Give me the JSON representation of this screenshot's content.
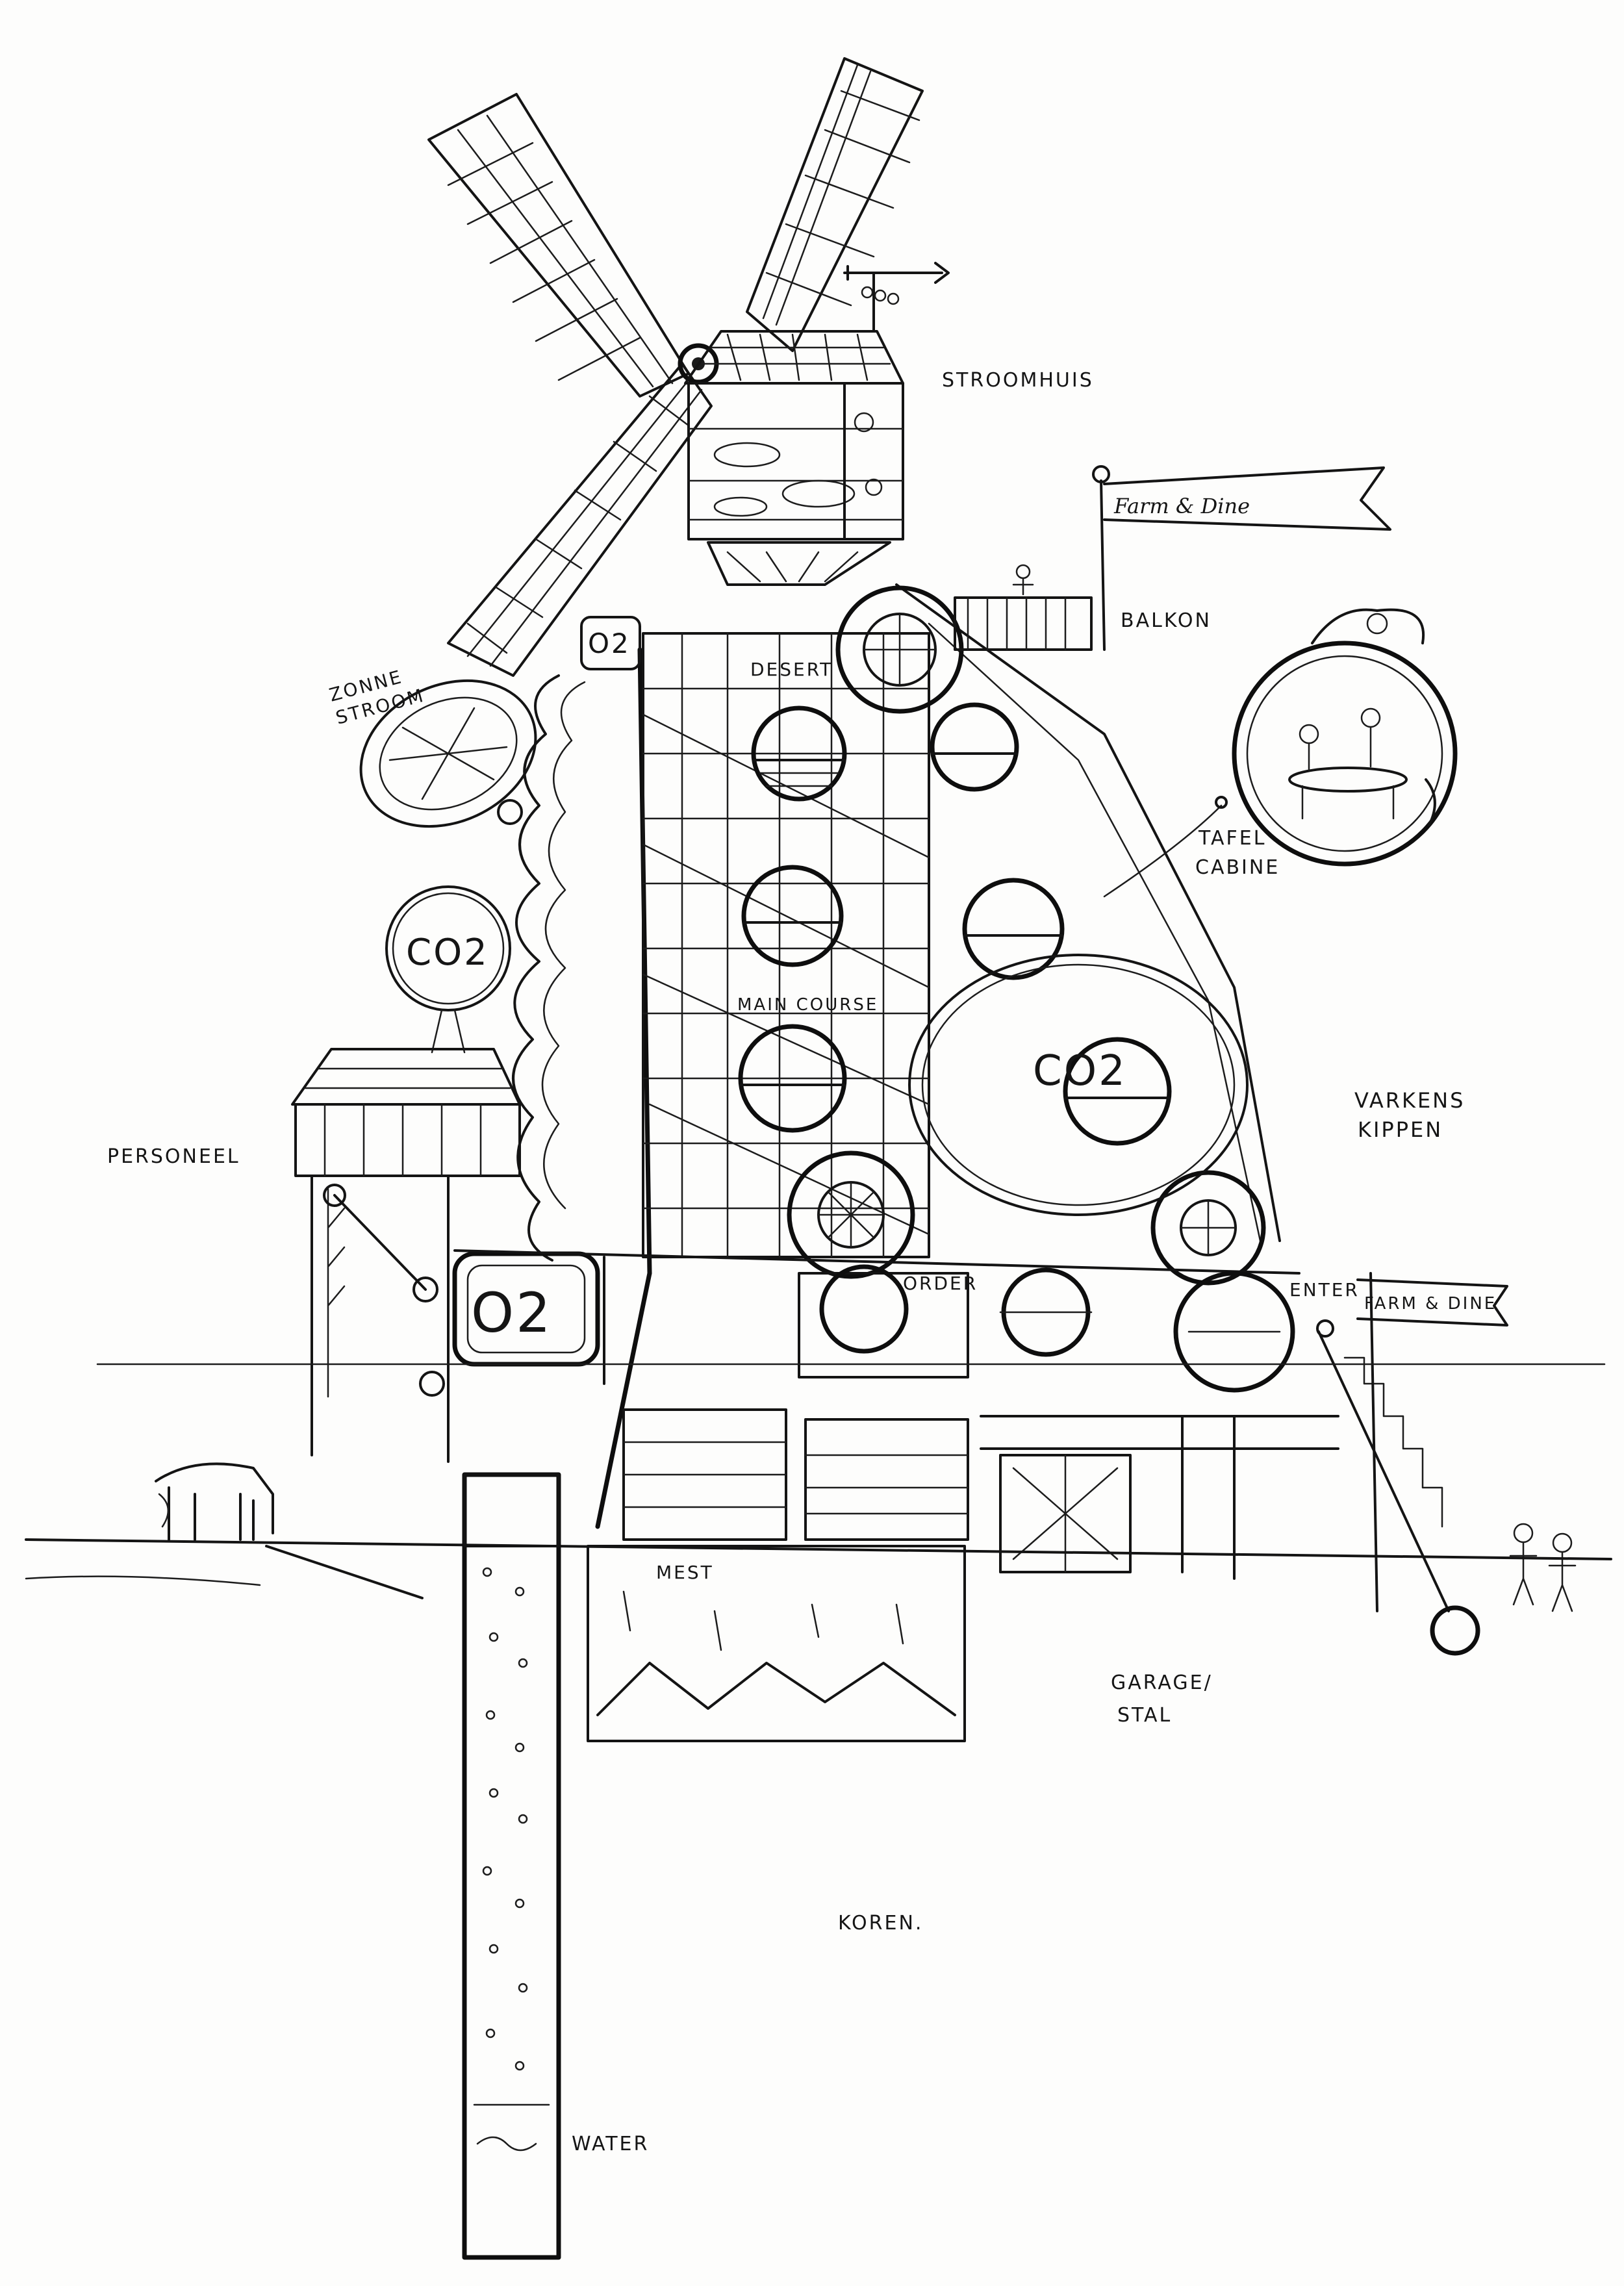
{
  "labels": {
    "stroomhuis": "STROOMHUIS",
    "flag_top": "Farm & Dine",
    "balkon": "BALKON",
    "zonne": "ZONNE",
    "stroom": "STROOM",
    "desert": "DESERT",
    "tafel": "TAFEL",
    "cabine": "CABINE",
    "co2_left": "CO2",
    "co2_right": "CO2",
    "o2_top": "O2",
    "o2_bottom": "O2",
    "main_course": "MAIN COURSE",
    "varkens": "VARKENS",
    "kippen": "KIPPEN",
    "personeel": "PERSONEEL",
    "order": "ORDER",
    "enter": "ENTER",
    "flag_entrance": "FARM & DINE",
    "mest": "MEST",
    "garage": "GARAGE/",
    "stal": "STAL",
    "koren": "KOREN.",
    "water": "WATER"
  }
}
